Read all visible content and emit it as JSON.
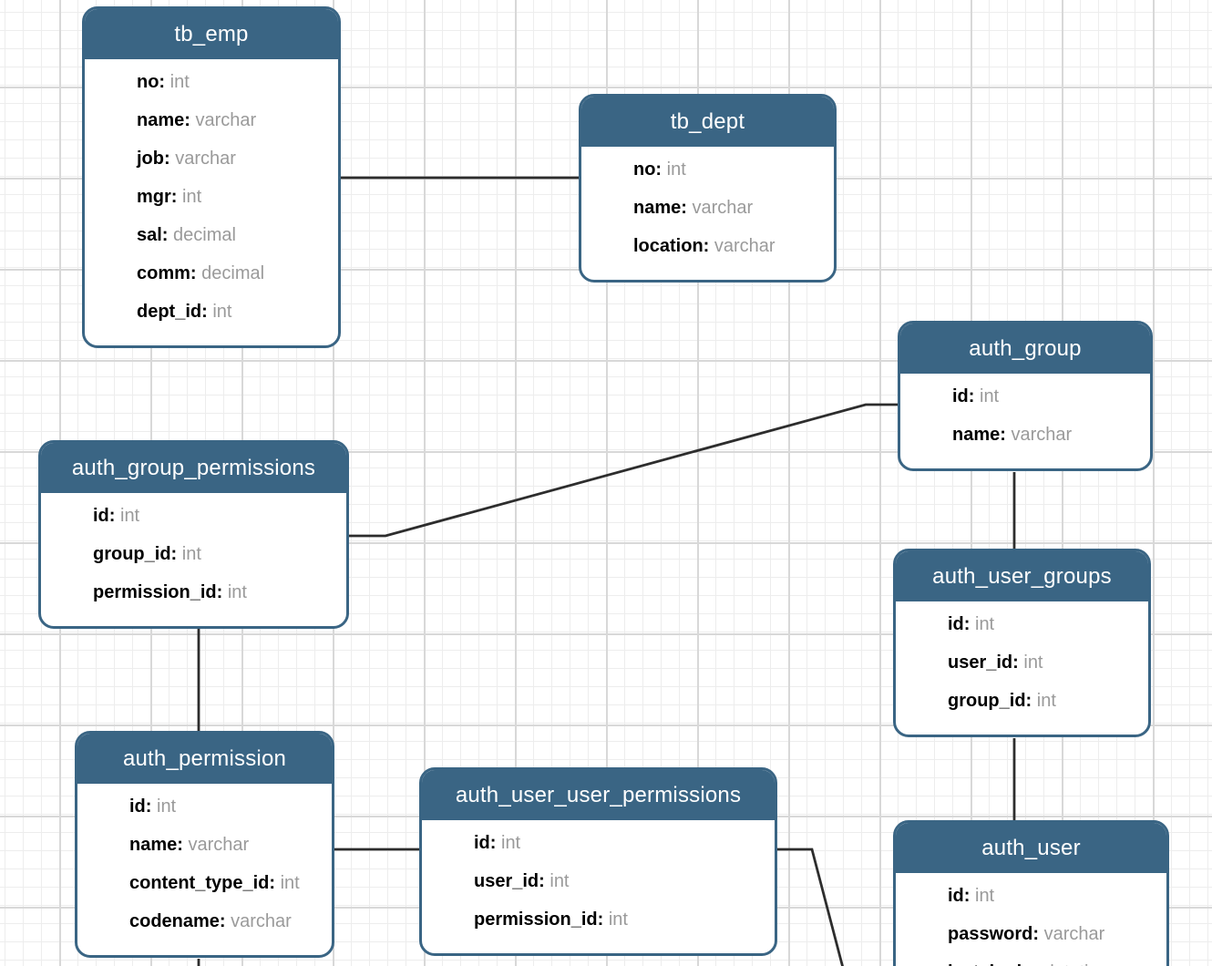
{
  "colors": {
    "accent": "#3a6584",
    "title_text": "#ffffff",
    "field_name": "#000000",
    "field_type": "#9a9a9a",
    "relation_line": "#2d2d2d",
    "grid_minor": "#ededed",
    "grid_major": "#d8d8d8",
    "background": "#ffffff"
  },
  "tables": [
    {
      "name": "tb_emp",
      "fields": [
        {
          "name": "no",
          "type": "int"
        },
        {
          "name": "name",
          "type": "varchar"
        },
        {
          "name": "job",
          "type": "varchar"
        },
        {
          "name": "mgr",
          "type": "int"
        },
        {
          "name": "sal",
          "type": "decimal"
        },
        {
          "name": "comm",
          "type": "decimal"
        },
        {
          "name": "dept_id",
          "type": "int"
        }
      ]
    },
    {
      "name": "tb_dept",
      "fields": [
        {
          "name": "no",
          "type": "int"
        },
        {
          "name": "name",
          "type": "varchar"
        },
        {
          "name": "location",
          "type": "varchar"
        }
      ]
    },
    {
      "name": "auth_group",
      "fields": [
        {
          "name": "id",
          "type": "int"
        },
        {
          "name": "name",
          "type": "varchar"
        }
      ]
    },
    {
      "name": "auth_group_permissions",
      "fields": [
        {
          "name": "id",
          "type": "int"
        },
        {
          "name": "group_id",
          "type": "int"
        },
        {
          "name": "permission_id",
          "type": "int"
        }
      ]
    },
    {
      "name": "auth_user_groups",
      "fields": [
        {
          "name": "id",
          "type": "int"
        },
        {
          "name": "user_id",
          "type": "int"
        },
        {
          "name": "group_id",
          "type": "int"
        }
      ]
    },
    {
      "name": "auth_permission",
      "fields": [
        {
          "name": "id",
          "type": "int"
        },
        {
          "name": "name",
          "type": "varchar"
        },
        {
          "name": "content_type_id",
          "type": "int"
        },
        {
          "name": "codename",
          "type": "varchar"
        }
      ]
    },
    {
      "name": "auth_user_user_permissions",
      "fields": [
        {
          "name": "id",
          "type": "int"
        },
        {
          "name": "user_id",
          "type": "int"
        },
        {
          "name": "permission_id",
          "type": "int"
        }
      ]
    },
    {
      "name": "auth_user",
      "fields": [
        {
          "name": "id",
          "type": "int"
        },
        {
          "name": "password",
          "type": "varchar"
        },
        {
          "name": "last_login",
          "type": "datetime"
        }
      ]
    }
  ],
  "connections": [
    {
      "from": "tb_emp",
      "to": "tb_dept"
    },
    {
      "from": "auth_group_permissions",
      "to": "auth_group"
    },
    {
      "from": "auth_group",
      "to": "auth_user_groups"
    },
    {
      "from": "auth_group_permissions",
      "to": "auth_permission"
    },
    {
      "from": "auth_permission",
      "to": "auth_user_user_permissions"
    },
    {
      "from": "auth_user_groups",
      "to": "auth_user"
    },
    {
      "from": "auth_user_user_permissions",
      "to": "offscreen-bottom"
    },
    {
      "from": "auth_permission",
      "to": "offscreen-bottom"
    }
  ]
}
